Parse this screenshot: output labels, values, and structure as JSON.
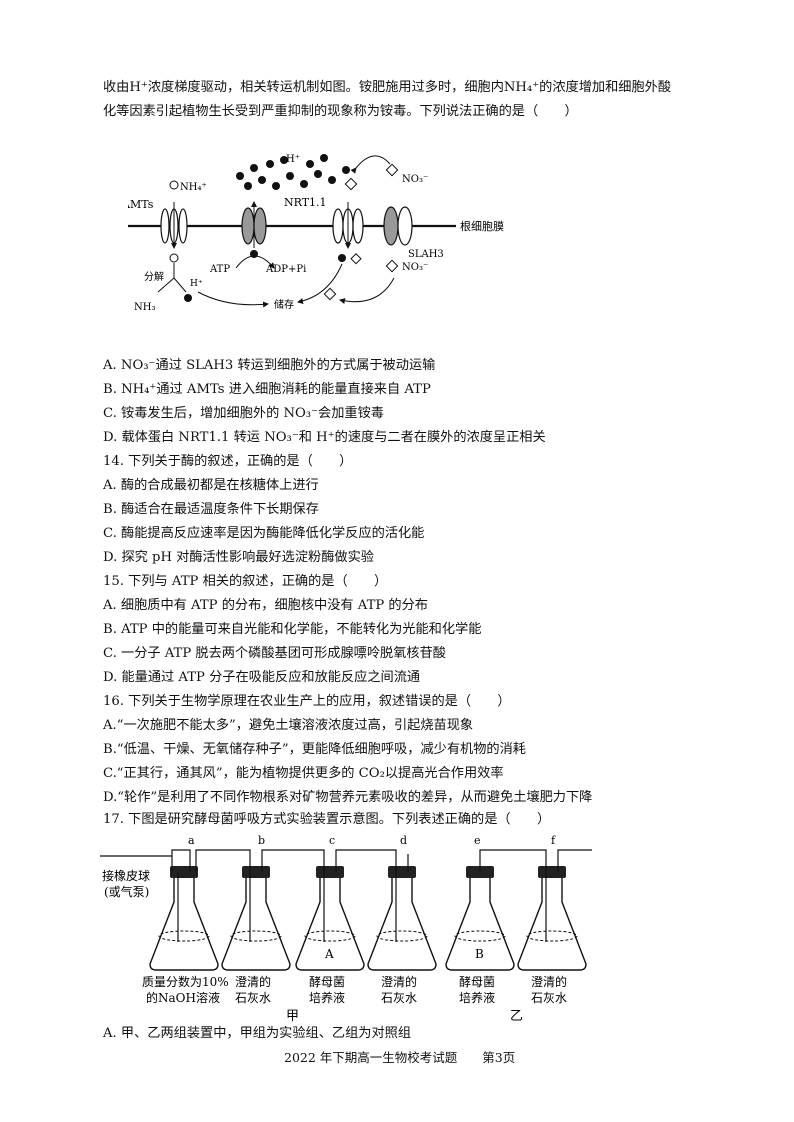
{
  "intro": {
    "line1": "收由H⁺浓度梯度驱动，相关转运机制如图。铵肥施用过多时，细胞内NH₄⁺的浓度增加和细胞外酸",
    "line2": "化等因素引起植物生长受到严重抑制的现象称为铵毒。下列说法正确的是（　　）"
  },
  "fig1": {
    "nh4": "NH₄⁺",
    "amts": "AMTs",
    "hplus_top": "H⁺",
    "nrt": "NRT1.1",
    "no3_top": "NO₃⁻",
    "membrane": "根细胞膜",
    "slah3": "SLAH3",
    "no3_bottom": "NO₃⁻",
    "atp": "ATP",
    "adp": "ADP+Pi",
    "fenjie": "分解",
    "hplus_bottom": "H⁺",
    "nh3": "NH₃",
    "store": "储存"
  },
  "q13": {
    "A": "A. NO₃⁻通过 SLAH3 转运到细胞外的方式属于被动运输",
    "B": "B. NH₄⁺通过 AMTs 进入细胞消耗的能量直接来自 ATP",
    "C": "C. 铵毒发生后，增加细胞外的 NO₃⁻会加重铵毒",
    "D": "D. 载体蛋白 NRT1.1 转运 NO₃⁻和 H⁺的速度与二者在膜外的浓度呈正相关"
  },
  "q14": {
    "stem": "14. 下列关于酶的叙述，正确的是（　　）",
    "A": "A. 酶的合成最初都是在核糖体上进行",
    "B": "B. 酶适合在最适温度条件下长期保存",
    "C": "C. 酶能提高反应速率是因为酶能降低化学反应的活化能",
    "D": "D. 探究 pH 对酶活性影响最好选淀粉酶做实验"
  },
  "q15": {
    "stem": "15. 下列与 ATP 相关的叙述，正确的是（　　）",
    "A": "A. 细胞质中有 ATP 的分布，细胞核中没有 ATP 的分布",
    "B": "B. ATP 中的能量可来自光能和化学能，不能转化为光能和化学能",
    "C": "C. 一分子 ATP 脱去两个磷酸基团可形成腺嘌呤脱氧核苷酸",
    "D": "D. 能量通过 ATP 分子在吸能反应和放能反应之间流通"
  },
  "q16": {
    "stem": "16. 下列关于生物学原理在农业生产上的应用，叙述错误的是（　　）",
    "A": "A.“一次施肥不能太多”，避免土壤溶液浓度过高，引起烧苗现象",
    "B": "B.“低温、干燥、无氧储存种子”，更能降低细胞呼吸，减少有机物的消耗",
    "C": "C.“正其行，通其风”，能为植物提供更多的 CO₂以提高光合作用效率",
    "D": "D.“轮作”是利用了不同作物根系对矿物营养元素吸收的差异，从而避免土壤肥力下降"
  },
  "q17": {
    "stem": "17. 下图是研究酵母菌呼吸方式实验装置示意图。下列表述正确的是（　　）",
    "A": "A. 甲、乙两组装置中，甲组为实验组、乙组为对照组"
  },
  "fig2": {
    "tube_a": "a",
    "tube_b": "b",
    "tube_c": "c",
    "tube_d": "d",
    "tube_e": "e",
    "tube_f": "f",
    "pump1": "接橡皮球",
    "pump2": "(或气泵)",
    "flask_A": "A",
    "flask_B": "B",
    "l1a": "质量分数为10%",
    "l1b": "的NaOH溶液",
    "l2a": "澄清的",
    "l2b": "石灰水",
    "l3a": "酵母菌",
    "l3b": "培养液",
    "l4a": "澄清的",
    "l4b": "石灰水",
    "l5a": "酵母菌",
    "l5b": "培养液",
    "l6a": "澄清的",
    "l6b": "石灰水",
    "group1": "甲",
    "group2": "乙"
  },
  "footer": "2022 年下期高一生物校考试题　　第3页"
}
